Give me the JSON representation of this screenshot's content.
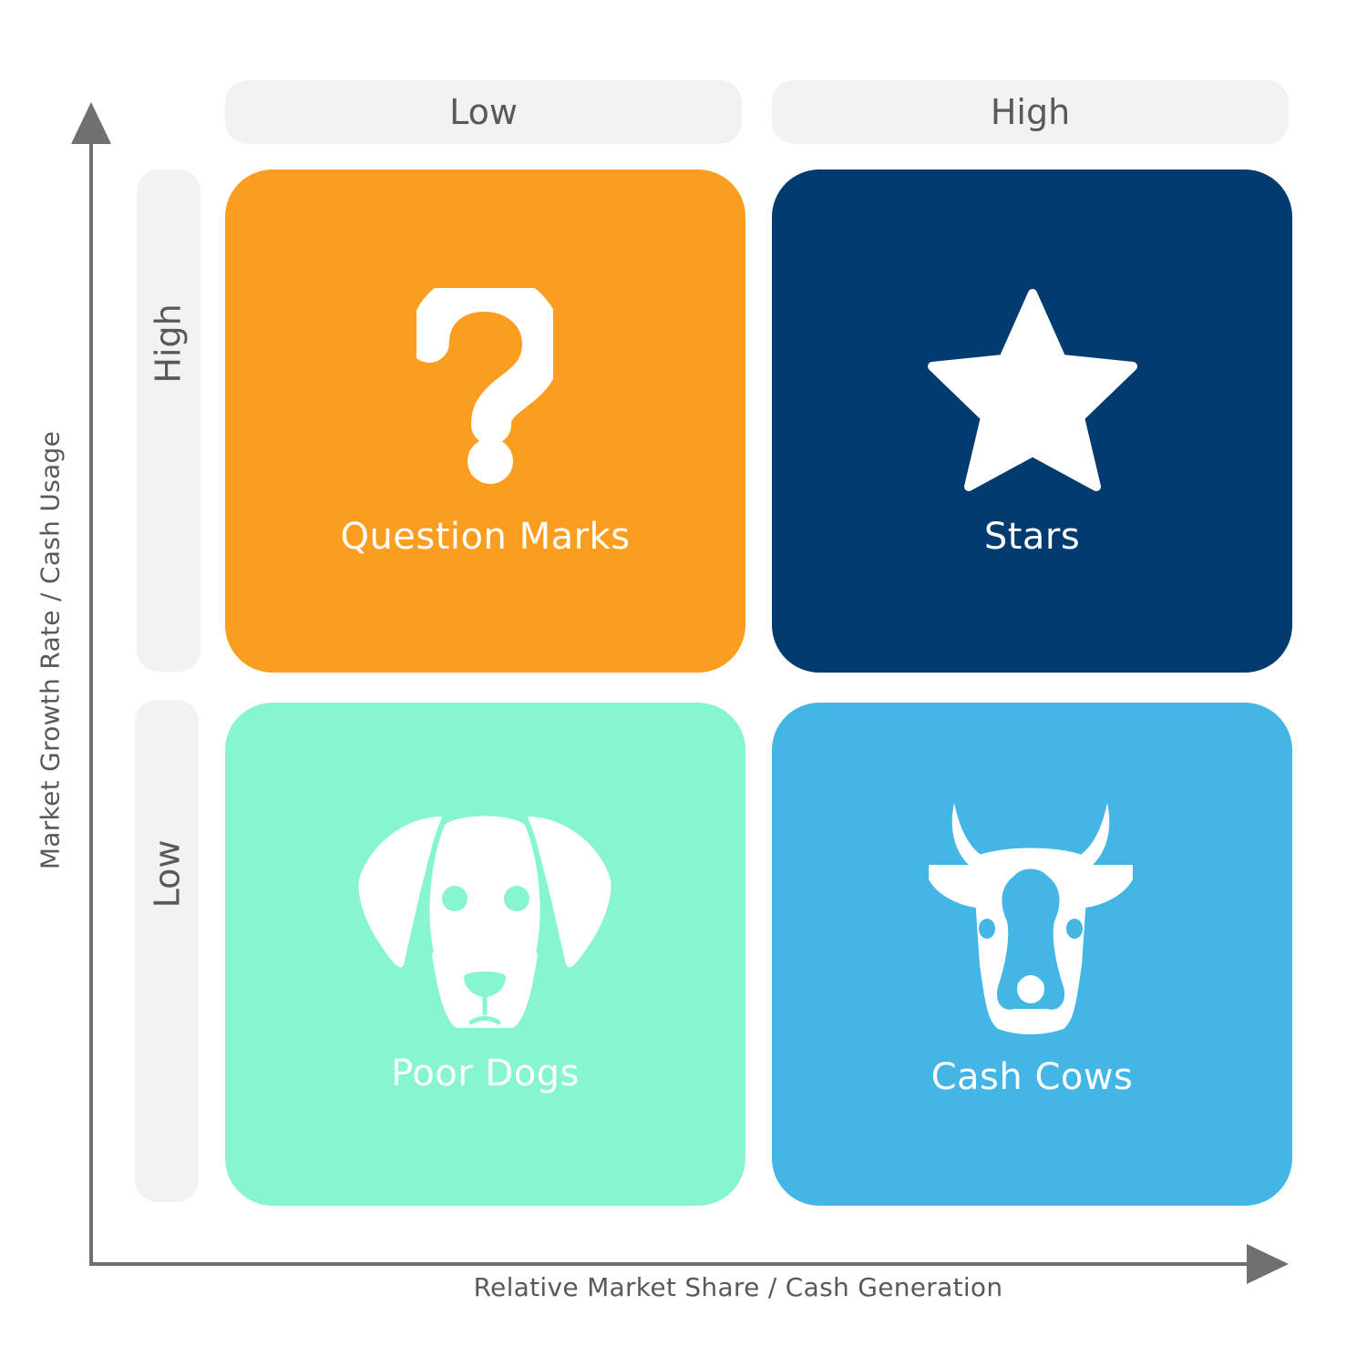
{
  "axes": {
    "x_label": "Relative Market Share / Cash Generation",
    "y_label": "Market Growth Rate / Cash Usage",
    "x_levels": [
      "Low",
      "High"
    ],
    "y_levels": [
      "High",
      "Low"
    ]
  },
  "quadrants": [
    {
      "label": "Question Marks",
      "icon": "question-mark-icon",
      "color": "#fb9e1f"
    },
    {
      "label": "Stars",
      "icon": "star-icon",
      "color": "#013b6f"
    },
    {
      "label": "Poor Dogs",
      "icon": "dog-icon",
      "color": "#87f5d0"
    },
    {
      "label": "Cash Cows",
      "icon": "cow-icon",
      "color": "#43b6e6"
    }
  ],
  "colors": {
    "axis": "#707070",
    "pill_background": "#f2f2f2",
    "label_text": "#595959",
    "icon": "#ffffff"
  }
}
